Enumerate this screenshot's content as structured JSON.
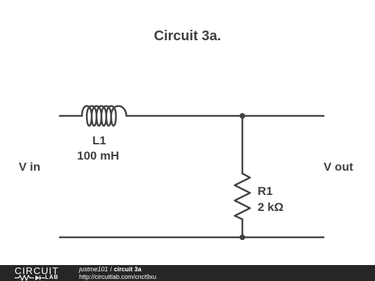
{
  "title": "Circuit 3a.",
  "labels": {
    "v_in": "V in",
    "v_out": "V out"
  },
  "components": {
    "inductor": {
      "designator": "L1",
      "value": "100 mH"
    },
    "resistor": {
      "designator": "R1",
      "value": "2 kΩ"
    }
  },
  "footer": {
    "logo_top": "CIRCUIT",
    "logo_bottom": "LAB",
    "user": "justme101",
    "separator": "/",
    "circuit_name": "circuit 3a",
    "url": "http://circuitlab.com/cnct9xu"
  },
  "colors": {
    "wire": "#404040",
    "text": "#404040",
    "footer_bg": "#262626"
  }
}
